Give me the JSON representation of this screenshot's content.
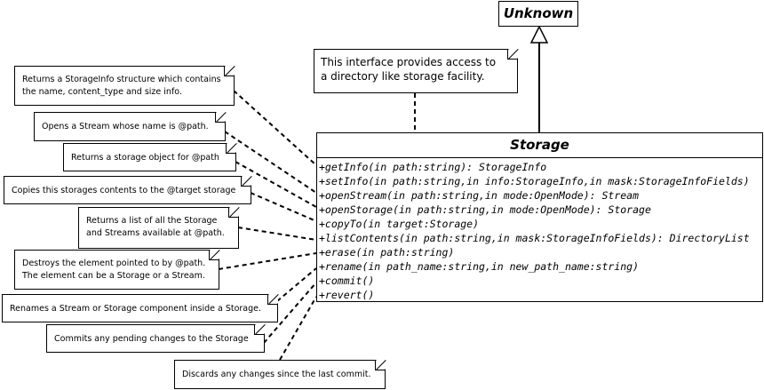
{
  "unknown_class": {
    "name": "Unknown"
  },
  "storage_class": {
    "name": "Storage",
    "operations": [
      "+getInfo(in path:string): StorageInfo",
      "+setInfo(in path:string,in info:StorageInfo,in mask:StorageInfoFields)",
      "+openStream(in path:string,in mode:OpenMode): Stream",
      "+openStorage(in path:string,in mode:OpenMode): Storage",
      "+copyTo(in target:Storage)",
      "+listContents(in path:string,in mask:StorageInfoFields): DirectoryList",
      "+erase(in path:string)",
      "+rename(in path_name:string,in new_path_name:string)",
      "+commit()",
      "+revert()"
    ]
  },
  "interface_note": {
    "line1": "This interface provides access to",
    "line2": "a directory like storage facility."
  },
  "notes": [
    {
      "line1": "Returns a StorageInfo structure which contains",
      "line2": "the name, content_type and size info."
    },
    {
      "line1": "Opens a Stream whose name is @path."
    },
    {
      "line1": "Returns a storage object for @path"
    },
    {
      "line1": "Copies this storages contents to the @target storage"
    },
    {
      "line1": "Returns a list of all the Storage",
      "line2": "and Streams available at @path."
    },
    {
      "line1": "Destroys the element pointed to by @path.",
      "line2": "The element can be a Storage or a Stream."
    },
    {
      "line1": "Renames a Stream or Storage component inside a Storage."
    },
    {
      "line1": "Commits any pending changes to the Storage"
    },
    {
      "line1": "Discards any changes since the last commit."
    }
  ]
}
